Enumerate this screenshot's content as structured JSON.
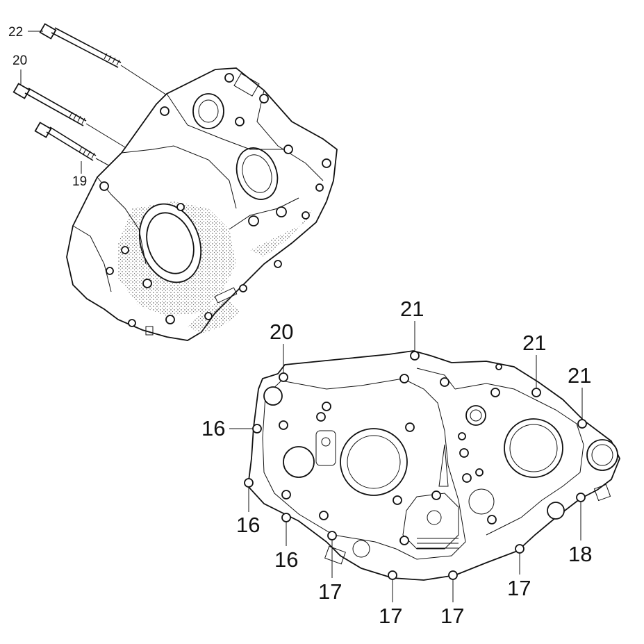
{
  "diagram": {
    "upper_callouts": {
      "c22": "22",
      "c20": "20",
      "c19": "19"
    },
    "lower_callouts": {
      "c20": "20",
      "c21a": "21",
      "c21b": "21",
      "c21c": "21",
      "c16a": "16",
      "c16b": "16",
      "c16c": "16",
      "c17a": "17",
      "c17b": "17",
      "c17c": "17",
      "c17d": "17",
      "c18": "18"
    }
  }
}
